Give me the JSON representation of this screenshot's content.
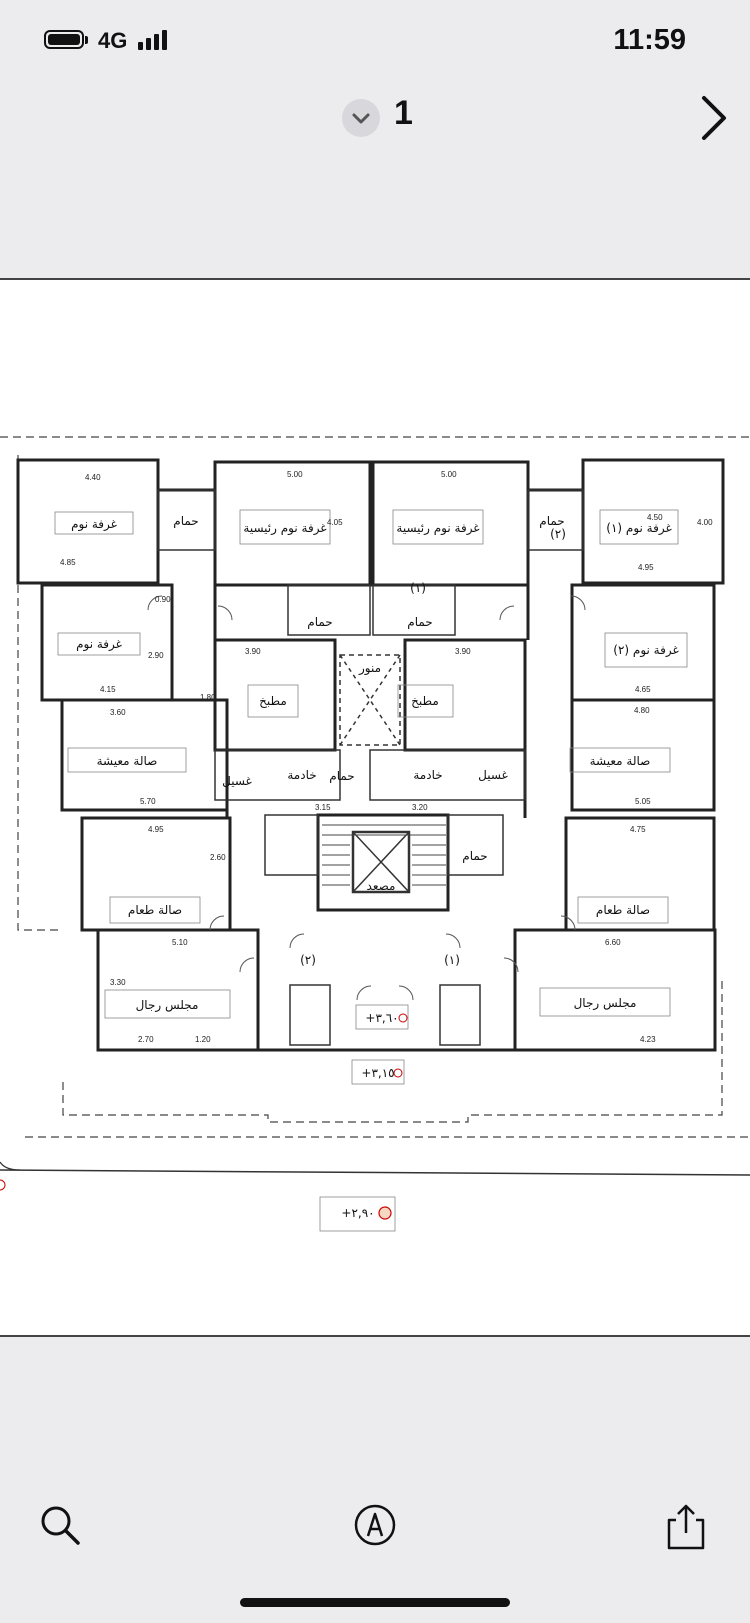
{
  "status": {
    "network": "4G",
    "time": "11:59"
  },
  "header": {
    "page_number": "1"
  },
  "plan": {
    "rooms": {
      "bedroom_a": "غرفة نوم",
      "master_a": "غرفة نوم رئيسية",
      "master_b": "غرفة نوم رئيسية",
      "bedroom_1": "غرفة نوم (١)",
      "bedroom_b": "غرفة نوم",
      "bedroom_2": "غرفة نوم (٢)",
      "living_a": "صالة معيشة",
      "living_b": "صالة معيشة",
      "kitchen_a": "مطبخ",
      "kitchen_b": "مطبخ",
      "lightwell": "منور",
      "bath_a": "حمام",
      "bath_b": "حمام",
      "bath_c": "حمام",
      "bath_d": "حمام",
      "bath_e": "حمام",
      "bath_f": "حمام",
      "maid_a": "خادمة",
      "maid_b": "خادمة",
      "laundry_a": "غسيل",
      "laundry_b": "غسيل",
      "dining_a": "صالة طعام",
      "dining_b": "صالة طعام",
      "elevator": "مصعد",
      "majlis_a": "مجلس رجال",
      "majlis_b": "مجلس رجال",
      "entry_1": "(١)",
      "entry_2": "(٢)",
      "entry_top": "(١)",
      "entry_top2": "(٢)"
    },
    "levels": {
      "lobby": "+٣,٦٠",
      "entrance": "+٣,١٥",
      "street": "+٢,٩٠"
    },
    "dims": {
      "d1": "4.40",
      "d2": "5.00",
      "d3": "5.00",
      "d4": "4.50",
      "d5": "4.85",
      "d6": "4.95",
      "d7": "4.15",
      "d8": "4.65",
      "d9": "3.60",
      "d10": "4.80",
      "d11": "5.70",
      "d12": "5.05",
      "d13": "4.95",
      "d14": "4.75",
      "d15": "5.10",
      "d16": "6.60",
      "d17": "3.90",
      "d18": "3.90",
      "d19": "4.05",
      "d20": "4.00",
      "d21": "2.90",
      "d22": "2.60",
      "d23": "3.30",
      "d24": "4.23",
      "d25": "2.70",
      "d26": "1.20",
      "d27": "0.90",
      "d28": "1.80",
      "d29": "3.15",
      "d30": "3.20"
    }
  }
}
